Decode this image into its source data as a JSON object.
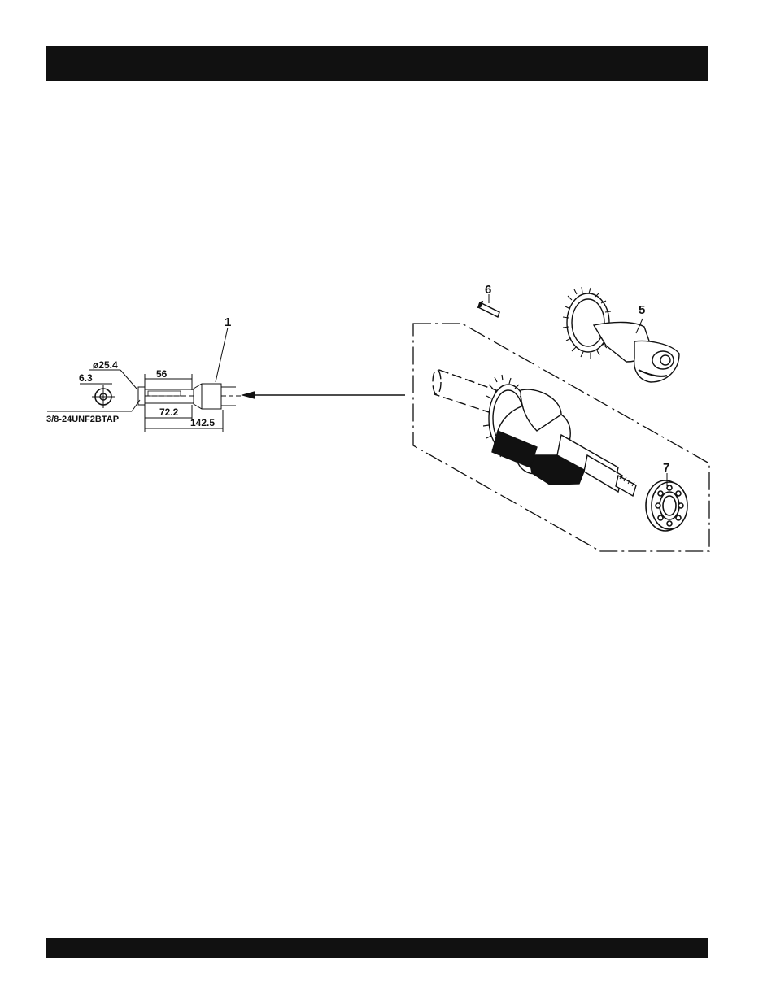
{
  "page": {
    "header_bar": "",
    "footer_bar": ""
  },
  "callouts": {
    "c1": "1",
    "c5": "5",
    "c6": "6",
    "c7": "7"
  },
  "dimensions": {
    "dia": "ø25.4",
    "d63": "6.3",
    "d56": "56",
    "d722": "72.2",
    "d1425": "142.5",
    "thread": "3/8-24UNF2BTAP"
  }
}
